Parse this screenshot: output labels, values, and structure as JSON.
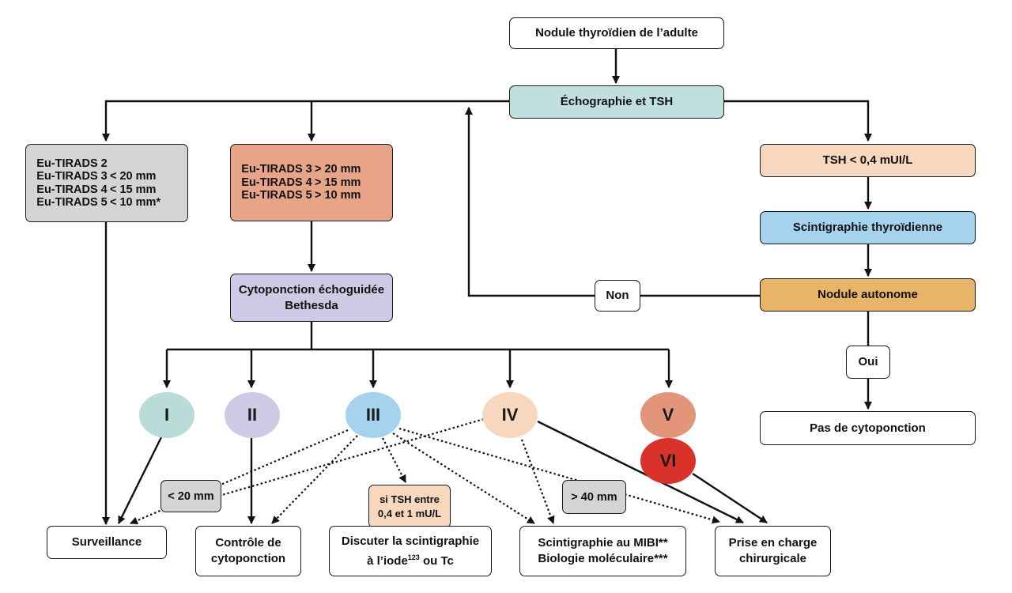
{
  "title_box": "Nodule thyroïdien de l’adulte",
  "echo_box": "Échographie et TSH",
  "grey_box": [
    {
      "label": "Eu-TIRADS 2",
      "value": ""
    },
    {
      "label": "Eu-TIRADS 3",
      "value": "< 20 mm"
    },
    {
      "label": "Eu-TIRADS 4",
      "value": "< 15 mm"
    },
    {
      "label": "Eu-TIRADS 5",
      "value": "< 10 mm*"
    }
  ],
  "salmon_box": [
    {
      "label": "Eu-TIRADS 3",
      "value": "> 20 mm"
    },
    {
      "label": "Eu-TIRADS 4",
      "value": "> 15 mm"
    },
    {
      "label": "Eu-TIRADS 5",
      "value": "> 10 mm"
    }
  ],
  "cyto_box": {
    "line1": "Cytoponction échoguidée",
    "line2": "Bethesda"
  },
  "tsh_box": "TSH < 0,4 mUI/L",
  "scinti_box": "Scintigraphie thyroïdienne",
  "autonome_box": "Nodule autonome",
  "non_label": "Non",
  "oui_label": "Oui",
  "pas_cyto_box": "Pas de cytoponction",
  "bethesda": [
    "I",
    "II",
    "III",
    "IV",
    "V",
    "VI"
  ],
  "lt20_label": "< 20 mm",
  "gt40_label": "> 40 mm",
  "si_tsh": {
    "line1": "si TSH entre",
    "line2": "0,4 et 1 mU/L"
  },
  "outcomes": {
    "surveillance": "Surveillance",
    "controle": {
      "line1": "Contrôle de",
      "line2": "cytoponction"
    },
    "scinti_iode": {
      "line1": "Discuter la scintigraphie",
      "line2a": "à l’iode",
      "sup": "123",
      "line2b": " ou Tc"
    },
    "mibi": {
      "line1": "Scintigraphie au MIBI**",
      "line2": "Biologie moléculaire***"
    },
    "chirurgie": {
      "line1": "Prise en charge",
      "line2": "chirurgicale"
    }
  },
  "colors": {
    "teal": "#bfe0df",
    "grey": "#d4d4d4",
    "salmon": "#e7a489",
    "lavender": "#cfc9e6",
    "peach": "#f7d7bd",
    "blue": "#a5d2ec",
    "orange": "#e8b468",
    "oval_I": "#b9dcd8",
    "oval_II": "#cfc9e6",
    "oval_III": "#a5d2ec",
    "oval_IV": "#f7d7bd",
    "oval_V": "#e29578",
    "oval_VI": "#d9322b"
  }
}
